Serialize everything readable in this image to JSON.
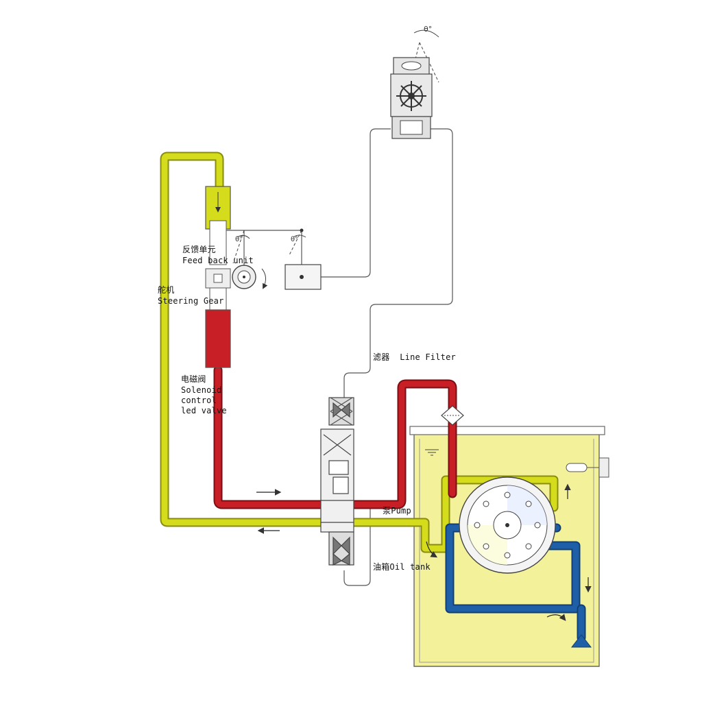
{
  "colors": {
    "pressure_line": "#c81e26",
    "return_line": "#d4dc1c",
    "suction_line": "#1f5fa8",
    "tank_oil": "#f3f29a",
    "line_stroke": "#555555"
  },
  "labels": {
    "feedback_cn": "反馈单元",
    "feedback_en": "Feed back unit",
    "steering_cn": "舵机",
    "steering_en": "Steering Gear",
    "filter": "滤器  Line Filter",
    "solenoid_cn": "电磁阀",
    "solenoid_en1": "Solenoid",
    "solenoid_en2": "control",
    "solenoid_en3": "led valve",
    "pump": "泵Pump",
    "tank": "油箱Oil tank"
  },
  "icons": [
    "steering-wheel-icon",
    "flow-arrow-icon"
  ]
}
